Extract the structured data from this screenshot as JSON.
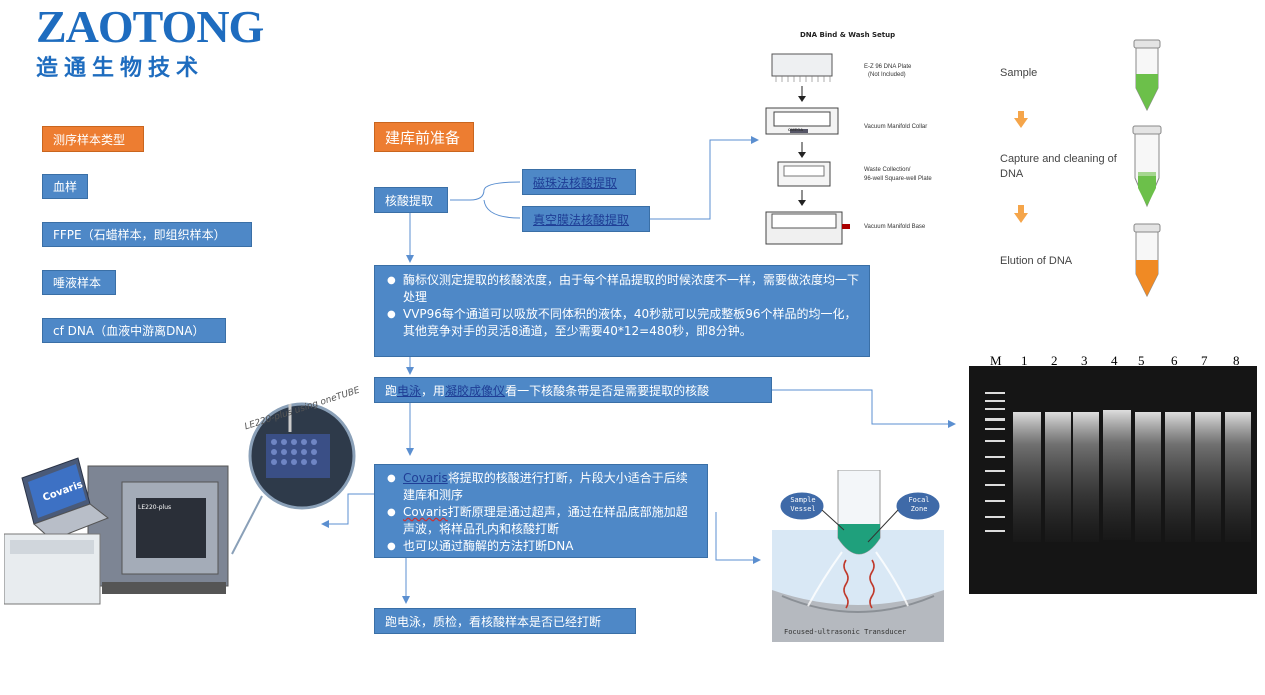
{
  "logo": {
    "name": "ZAOTONG",
    "subtitle": "造通生物技术"
  },
  "left_column": {
    "header": "测序样本类型",
    "items": [
      "血样",
      "FFPE（石蜡样本，即组织样本）",
      "唾液样本",
      "cf DNA（血液中游离DNA）"
    ]
  },
  "flow": {
    "title": "建库前准备",
    "extraction": "核酸提取",
    "methods": [
      "磁珠法核酸提取",
      "真空膜法核酸提取"
    ],
    "quant_bullets": [
      "酶标仪测定提取的核酸浓度，由于每个样品提取的时候浓度不一样，需要做浓度均一下处理",
      "VVP96每个通道可以吸放不同体积的液体，40秒就可以完成整板96个样品的均一化，其他竞争对手的灵活8通道，至少需要40*12=480秒，即8分钟。"
    ],
    "gel_step": {
      "p1": "跑",
      "link1": "电泳",
      "p2": "，用",
      "link2": "凝胶成像仪",
      "p3": "看一下核酸条带是否是需要提取的核酸"
    },
    "covaris_bullets": [
      {
        "link": "Covaris",
        "text": "将提取的核酸进行打断，片段大小适合于后续建库和测序"
      },
      {
        "link": "Covaris",
        "text": "打断原理是通过超声，通过在样品底部施加超声波，将样品孔内和核酸打断"
      },
      {
        "link": "",
        "text": "也可以通过酶解的方法打断DNA"
      }
    ],
    "final_step": "跑电泳，质检，看核酸样本是否已经打断"
  },
  "dna_setup": {
    "title": "DNA Bind & Wash Setup",
    "labels": [
      "E-Z 96 DNA Plate",
      "(Not Included)",
      "Vacuum Manifold Collar",
      "Waste Collection/",
      "96-well Square-well Plate",
      "Vacuum Manifold Base"
    ],
    "collar_brand": "OMEGA"
  },
  "tubes": {
    "steps": [
      "Sample",
      "Capture and cleaning of DNA",
      "Elution of DNA"
    ]
  },
  "gel": {
    "lanes": [
      "M",
      "1",
      "2",
      "3",
      "4",
      "5",
      "6",
      "7",
      "8"
    ]
  },
  "covaris_image": {
    "brand": "Covaris",
    "model": "LE220-plus",
    "caption": "LE220-plus using oneTUBE"
  },
  "ultrasonic": {
    "sample_vessel": [
      "Sample",
      "Vessel"
    ],
    "focal_zone": [
      "Focal",
      "Zone"
    ],
    "transducer": "Focused-ultrasonic Transducer"
  },
  "colors": {
    "box_blue": "#4e88c7",
    "box_orange": "#ed7d31",
    "logo_blue": "#1e6cbf",
    "arrow_blue": "#5b8fd0"
  }
}
